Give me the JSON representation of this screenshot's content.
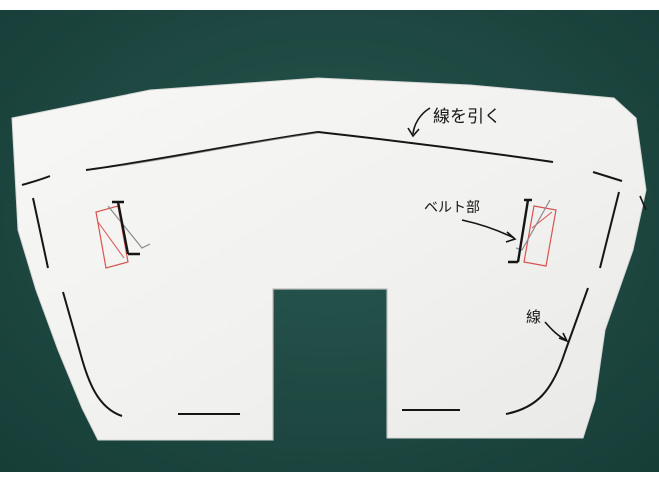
{
  "photo": {
    "subject": "paper-pattern",
    "annotations": {
      "draw_line": "線を引く",
      "belt_part": "ベルト部",
      "line": "線"
    }
  },
  "colors": {
    "background": "#1e4a44",
    "paper": "#f4f4f2",
    "ink": "#151515",
    "red_pen": "#d9534f",
    "pencil": "#8a8a8a"
  }
}
